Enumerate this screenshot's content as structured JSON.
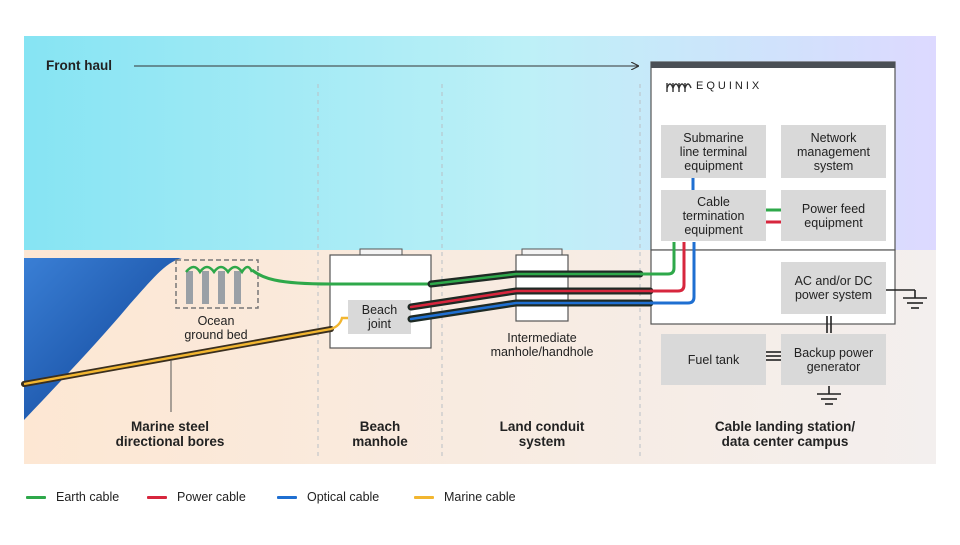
{
  "front_haul": {
    "label": "Front haul"
  },
  "brand": {
    "name": "EQUINIX",
    "logo_icon": "equinix-logo-icon"
  },
  "sections": {
    "marine": "Marine steel\ndirectional bores",
    "beach": "Beach\nmanhole",
    "land": "Land conduit\nsystem",
    "station": "Cable landing station/\ndata center campus"
  },
  "components": {
    "ocean_ground_bed": "Ocean\nground bed",
    "beach_joint": "Beach\njoint",
    "intermediate_manhole": "Intermediate\nmanhole/handhole",
    "submarine_lte": "Submarine\nline terminal\nequipment",
    "network_mgmt": "Network\nmanagement\nsystem",
    "cable_termination": "Cable\ntermination\nequipment",
    "power_feed": "Power feed\nequipment",
    "ac_dc_power": "AC and/or DC\npower system",
    "fuel_tank": "Fuel tank",
    "backup_generator": "Backup power\ngenerator"
  },
  "legend": [
    {
      "label": "Earth cable",
      "color": "#2ea84a"
    },
    {
      "label": "Power cable",
      "color": "#d7263d"
    },
    {
      "label": "Optical cable",
      "color": "#1f6fd1"
    },
    {
      "label": "Marine cable",
      "color": "#f2b630"
    }
  ],
  "colors": {
    "earth": "#2ea84a",
    "power": "#d7263d",
    "optical": "#1f6fd1",
    "marine": "#f2b630",
    "sky_left": "#7fe2f2",
    "sky_right": "#dcd6ff",
    "ground": "#fbe6cf",
    "ocean_dark": "#0f4fa8"
  }
}
